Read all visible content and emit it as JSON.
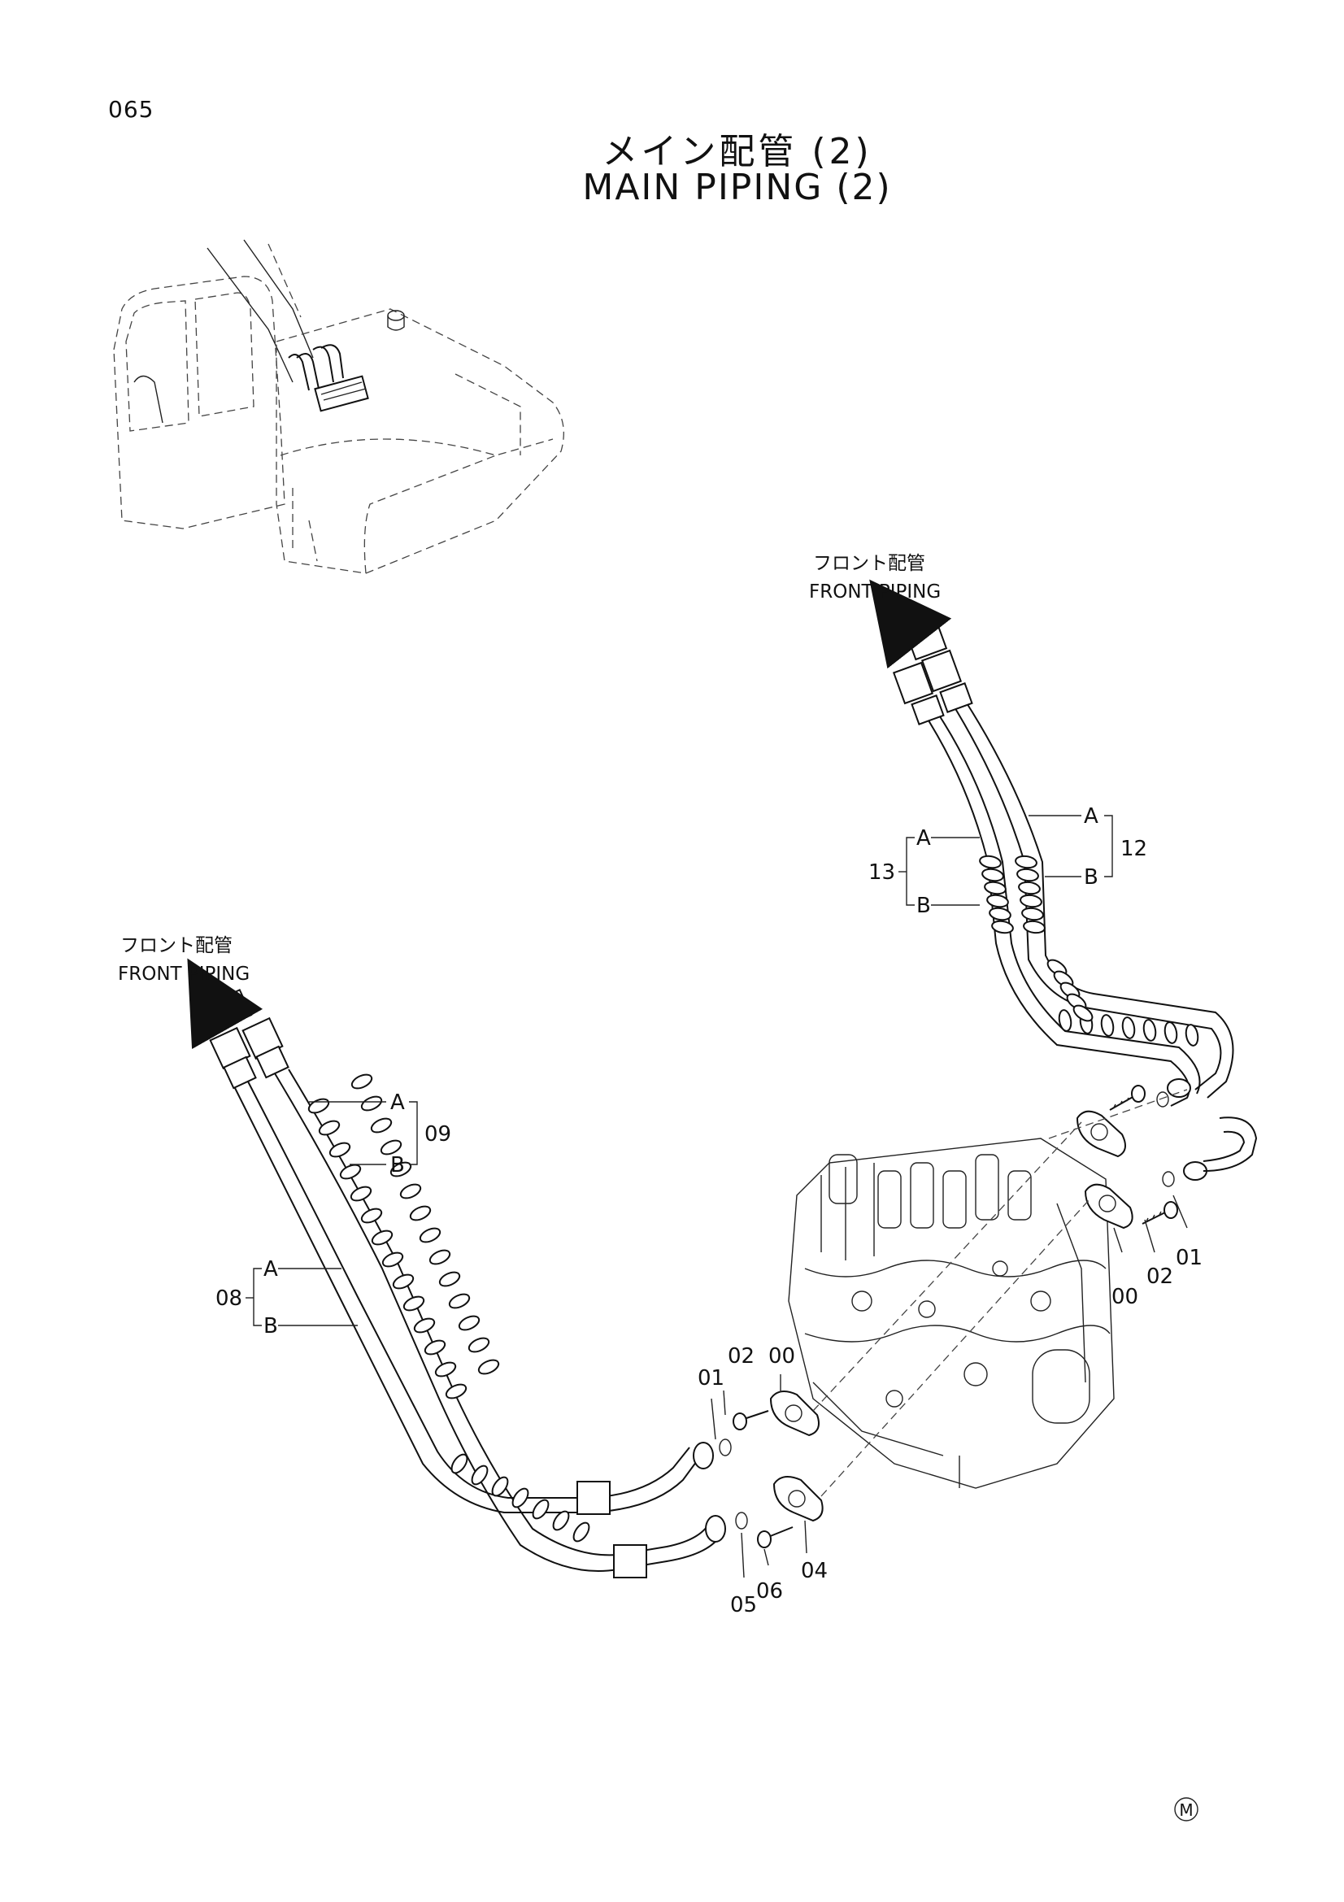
{
  "page": {
    "number": "065",
    "title_jp": "メイン配管 (2)",
    "title_en": "MAIN PIPING (2)",
    "mark": "M"
  },
  "callouts": {
    "front_piping_right": {
      "jp": "フロント配管",
      "en": "FRONT PIPING"
    },
    "front_piping_left": {
      "jp": "フロント配管",
      "en": "FRONT PIPING"
    }
  },
  "parts": {
    "p00": "00",
    "p01": "01",
    "p02": "02",
    "p04": "04",
    "p05": "05",
    "p06": "06",
    "p08": "08",
    "p09": "09",
    "p12": "12",
    "p13": "13",
    "end_a": "A",
    "end_b": "B"
  }
}
